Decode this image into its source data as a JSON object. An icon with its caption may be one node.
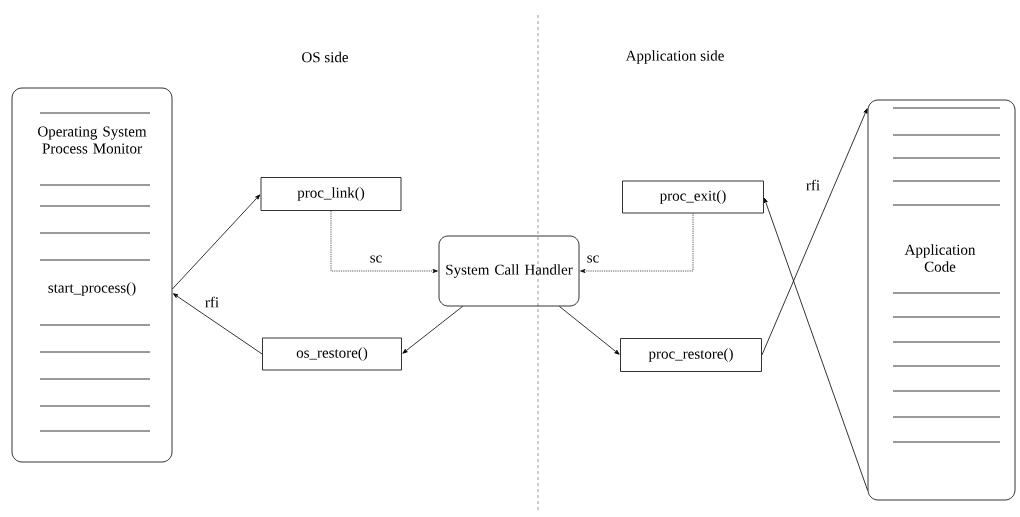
{
  "diagram": {
    "nodes": [
      {
        "text": [
          "Operating System Process Monitor",
          "start_process()"
        ]
      },
      {
        "text": [
          "proc_link()"
        ]
      },
      {
        "text": [
          "os_restore()"
        ]
      },
      {
        "text": [
          "System Call Handler"
        ]
      },
      {
        "text": [
          "proc_exit()"
        ]
      },
      {
        "text": [
          "proc_restore()"
        ]
      },
      {
        "text": [
          "Application Code"
        ]
      }
    ],
    "edges": [
      {
        "from": 0,
        "to": 1,
        "arrow": "to"
      },
      {
        "from": 2,
        "to": 0,
        "arrow": "to",
        "label": "rfi"
      },
      {
        "from": 1,
        "to": 3,
        "arrow": "to",
        "label": "sc",
        "style": "dashed"
      },
      {
        "from": 4,
        "to": 3,
        "arrow": "to",
        "label": "sc",
        "style": "dashed"
      },
      {
        "from": 3,
        "to": 2,
        "arrow": "to"
      },
      {
        "from": 3,
        "to": 5,
        "arrow": "to"
      },
      {
        "from": 5,
        "to": 6,
        "arrow": "to",
        "label": "rfi"
      },
      {
        "from": 6,
        "to": 4,
        "arrow": "to"
      }
    ],
    "labels": [
      "OS side",
      "Application side"
    ]
  }
}
